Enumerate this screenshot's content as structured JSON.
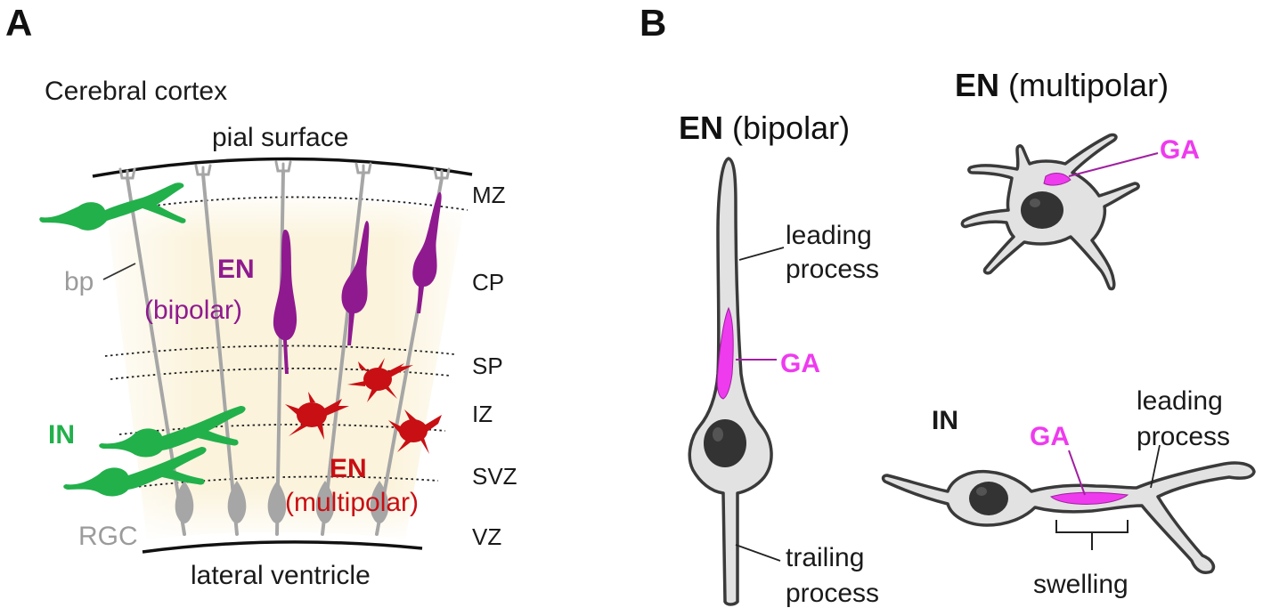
{
  "colors": {
    "cortex_bg": "#fbf3dc",
    "radial_glia": "#a6a6a6",
    "interneuron": "#22b04b",
    "en_bipolar": "#8f1a8f",
    "en_multipolar": "#c80f14",
    "golgi_apparatus": "#ee3bee",
    "cell_fill": "#e2e2e2",
    "cell_outline": "#3a3a3a",
    "nucleus": "#333333"
  },
  "panel_a": {
    "letter": "A",
    "title": "Cerebral cortex",
    "top_surface": "pial surface",
    "bottom_surface": "lateral ventricle",
    "zones": [
      "MZ",
      "CP",
      "SP",
      "IZ",
      "SVZ",
      "VZ"
    ],
    "labels": {
      "bp": "bp",
      "rgc": "RGC",
      "in": "IN",
      "en_bipolar_1": "EN",
      "en_bipolar_2": "(bipolar)",
      "en_multipolar_1": "EN",
      "en_multipolar_2": "(multipolar)"
    }
  },
  "panel_b": {
    "letter": "B",
    "en_bipolar_title": "EN",
    "en_bipolar_sub": "(bipolar)",
    "en_multipolar_title": "EN",
    "en_multipolar_sub": "(multipolar)",
    "in_title": "IN",
    "leading_process_1": "leading",
    "leading_process_2": "process",
    "trailing_process_1": "trailing",
    "trailing_process_2": "process",
    "ga_bipolar": "GA",
    "ga_multipolar": "GA",
    "ga_in": "GA",
    "in_leading_1": "leading",
    "in_leading_2": "process",
    "swelling": "swelling"
  }
}
